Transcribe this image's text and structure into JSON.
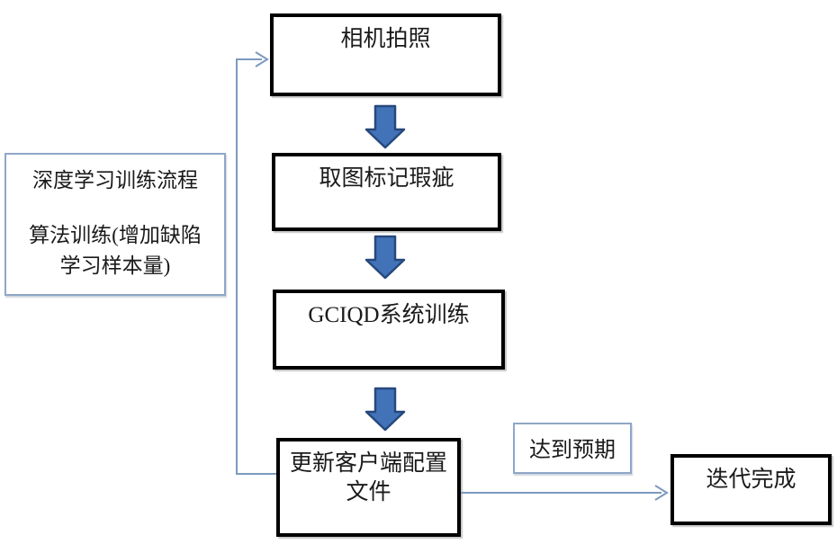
{
  "colors": {
    "page_bg": "#ffffff",
    "box_border": "#000000",
    "note_border": "#8ea7c6",
    "connector": "#7d99c0",
    "arrow_fill": "#4273b8",
    "arrow_stroke": "#27487c",
    "text": "#1a1a1a"
  },
  "left_note": {
    "title": "深度学习训练流程",
    "body_line1": "算法训练(增加缺陷",
    "body_line2": "学习样本量)"
  },
  "steps": {
    "step1": "相机拍照",
    "step2": "取图标记瑕疵",
    "step3": "GCIQD系统训练",
    "step4_line1": "更新客户端配置",
    "step4_line2": "文件"
  },
  "branch": {
    "condition_label": "达到预期",
    "end": "迭代完成"
  }
}
